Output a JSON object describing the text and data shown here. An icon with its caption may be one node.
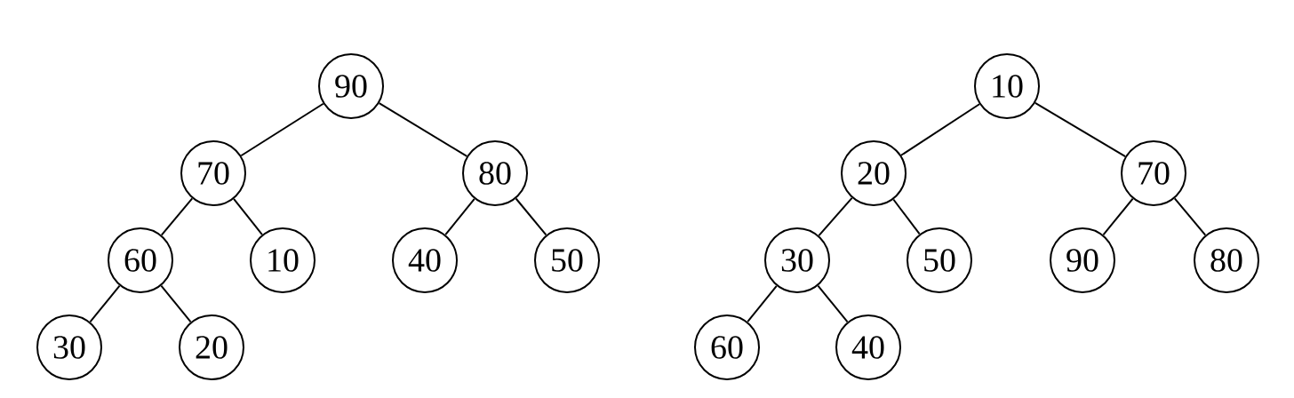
{
  "diagram": {
    "nodes": [
      {
        "text": [
          "90"
        ]
      },
      {
        "text": [
          "70"
        ]
      },
      {
        "text": [
          "80"
        ]
      },
      {
        "text": [
          "60"
        ]
      },
      {
        "text": [
          "10"
        ]
      },
      {
        "text": [
          "40"
        ]
      },
      {
        "text": [
          "50"
        ]
      },
      {
        "text": [
          "30"
        ]
      },
      {
        "text": [
          "20"
        ]
      },
      {
        "text": [
          "10"
        ]
      },
      {
        "text": [
          "20"
        ]
      },
      {
        "text": [
          "70"
        ]
      },
      {
        "text": [
          "30"
        ]
      },
      {
        "text": [
          "50"
        ]
      },
      {
        "text": [
          "90"
        ]
      },
      {
        "text": [
          "80"
        ]
      },
      {
        "text": [
          "60"
        ]
      },
      {
        "text": [
          "40"
        ]
      }
    ],
    "edges": [
      {
        "from": 0,
        "to": 1,
        "arrow": "none"
      },
      {
        "from": 0,
        "to": 2,
        "arrow": "none"
      },
      {
        "from": 1,
        "to": 3,
        "arrow": "none"
      },
      {
        "from": 1,
        "to": 4,
        "arrow": "none"
      },
      {
        "from": 2,
        "to": 5,
        "arrow": "none"
      },
      {
        "from": 2,
        "to": 6,
        "arrow": "none"
      },
      {
        "from": 3,
        "to": 7,
        "arrow": "none"
      },
      {
        "from": 3,
        "to": 8,
        "arrow": "none"
      },
      {
        "from": 9,
        "to": 10,
        "arrow": "none"
      },
      {
        "from": 9,
        "to": 11,
        "arrow": "none"
      },
      {
        "from": 10,
        "to": 12,
        "arrow": "none"
      },
      {
        "from": 10,
        "to": 13,
        "arrow": "none"
      },
      {
        "from": 11,
        "to": 14,
        "arrow": "none"
      },
      {
        "from": 11,
        "to": 15,
        "arrow": "none"
      },
      {
        "from": 12,
        "to": 16,
        "arrow": "none"
      },
      {
        "from": 12,
        "to": 17,
        "arrow": "none"
      }
    ]
  }
}
